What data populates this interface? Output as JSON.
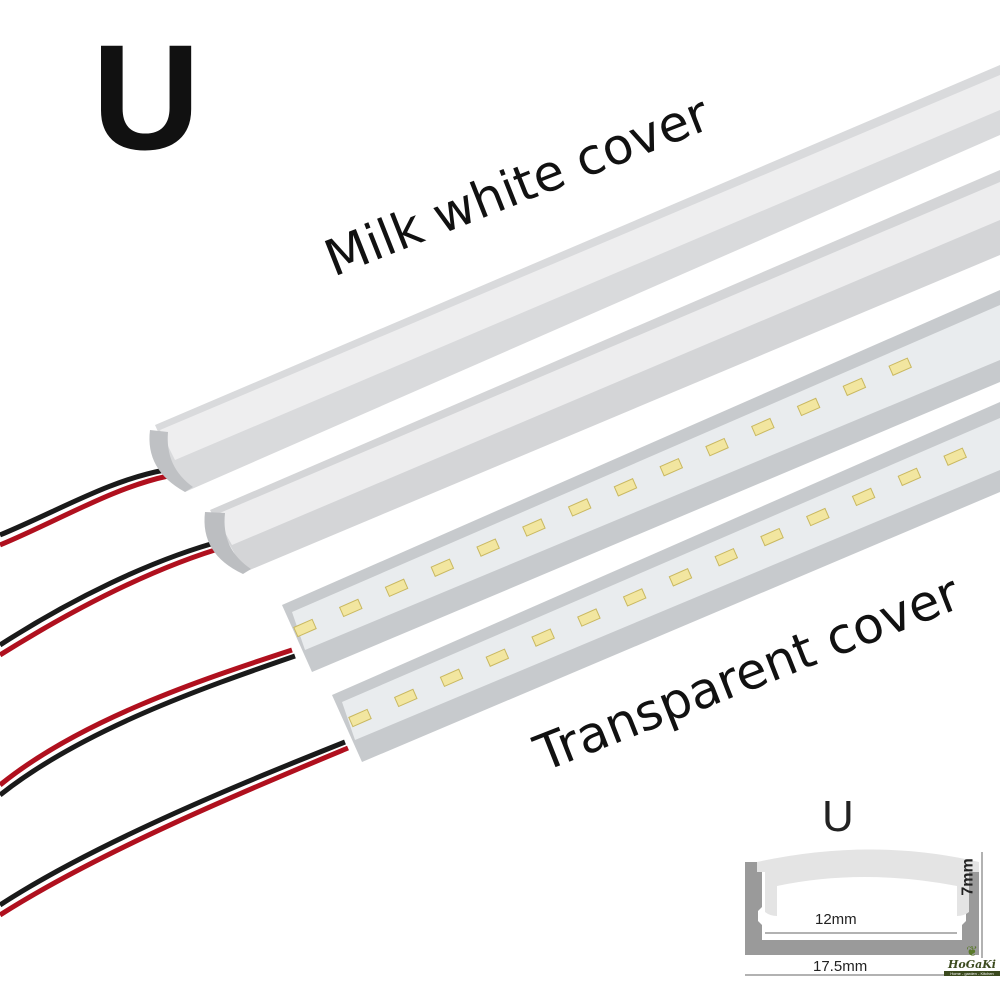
{
  "title_letter": "U",
  "labels": {
    "milk_white": "Milk white cover",
    "transparent": "Transparent cover"
  },
  "diagram": {
    "profile": "U",
    "inner_width": "12mm",
    "outer_width": "17.5mm",
    "height": "7mm"
  },
  "logo": {
    "name": "HoGaKi",
    "tagline": "Home - garden - Kitchen"
  },
  "colors": {
    "wire_red": "#b0101e",
    "wire_black": "#1a1a1a",
    "led": "#f2e6a0",
    "aluminum": "#c9ccd0"
  }
}
